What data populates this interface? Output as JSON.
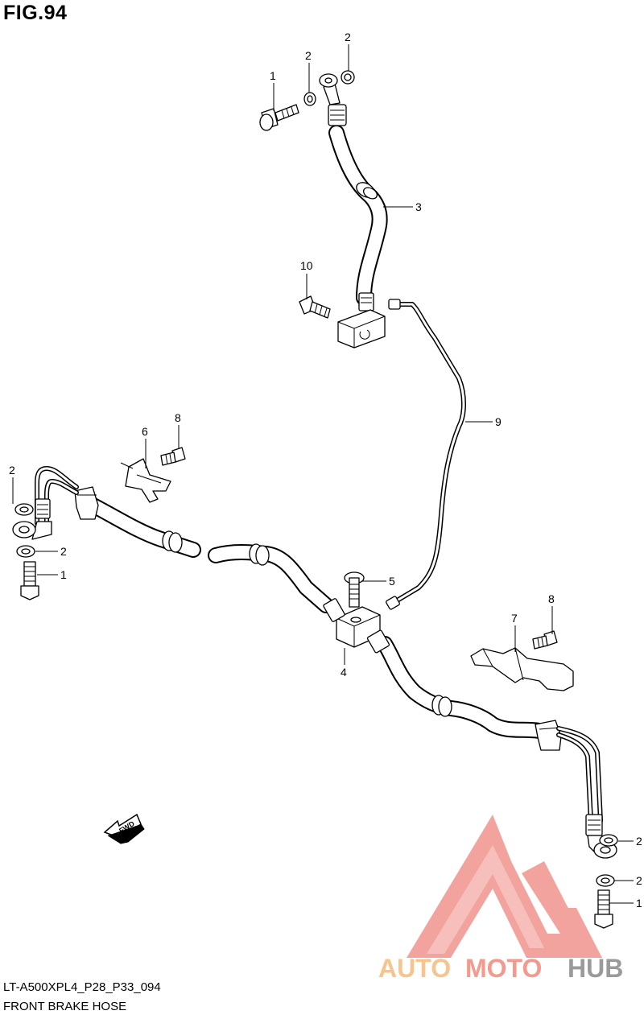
{
  "figure": {
    "title": "FIG.94",
    "model_code": "LT-A500XPL4_P28_P33_094",
    "name": "FRONT BRAKE HOSE"
  },
  "callouts": [
    "1",
    "2",
    "2",
    "3",
    "10",
    "9",
    "6",
    "8",
    "2",
    "2",
    "1",
    "5",
    "4",
    "7",
    "8",
    "2",
    "2",
    "1"
  ],
  "fwd_label": "FWD",
  "watermark": {
    "part1": "AUTO",
    "part2": "MOTO",
    "part3": "HUB",
    "colors": {
      "auto": "#f7c38f",
      "moto": "#f29a8e",
      "hub": "#9a9a9a",
      "logo": "#f29a94"
    }
  }
}
